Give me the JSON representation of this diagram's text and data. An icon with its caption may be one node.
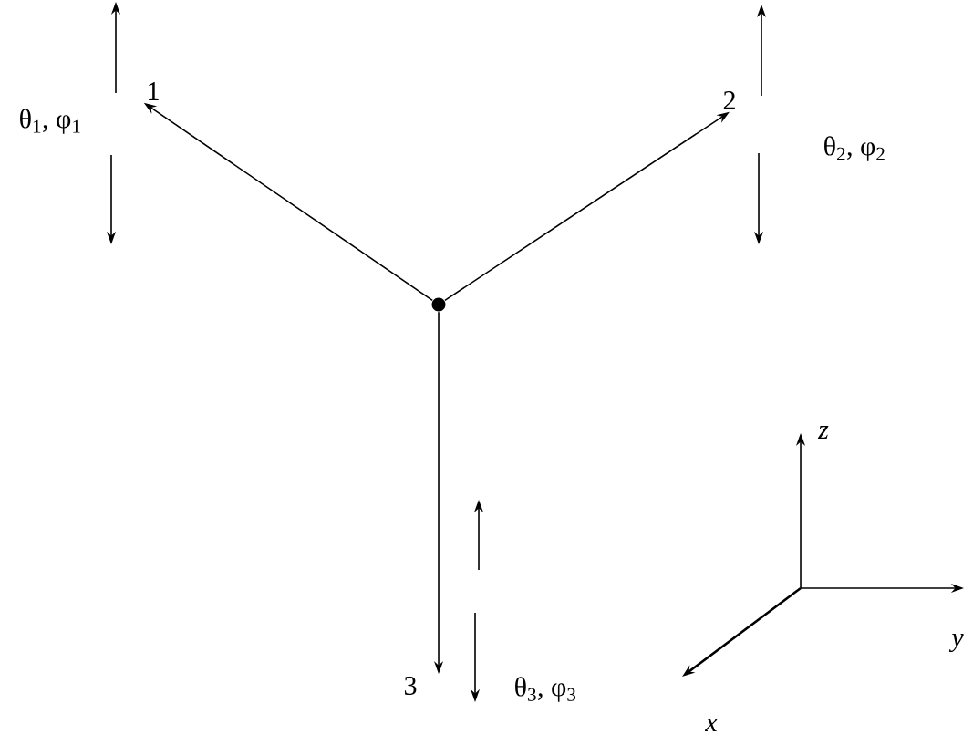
{
  "diagram": {
    "nodes": [
      {
        "text": [],
        "shape": "circle"
      },
      {
        "text": [
          "1"
        ],
        "beside": [
          "θ$_{1}$, φ$_{1}$"
        ]
      },
      {
        "text": [
          "2"
        ],
        "beside": [
          "θ$_{2}$, φ$_{2}$"
        ]
      },
      {
        "text": [
          "3"
        ],
        "beside": [
          "θ$_{3}$, φ$_{3}$"
        ]
      }
    ],
    "edges": [
      {
        "from": 0,
        "to": 1,
        "arrow": "to"
      },
      {
        "from": 0,
        "to": 2,
        "arrow": "to"
      },
      {
        "from": 0,
        "to": 3,
        "arrow": "to"
      }
    ],
    "labels": [
      "z",
      "y",
      "x"
    ]
  }
}
